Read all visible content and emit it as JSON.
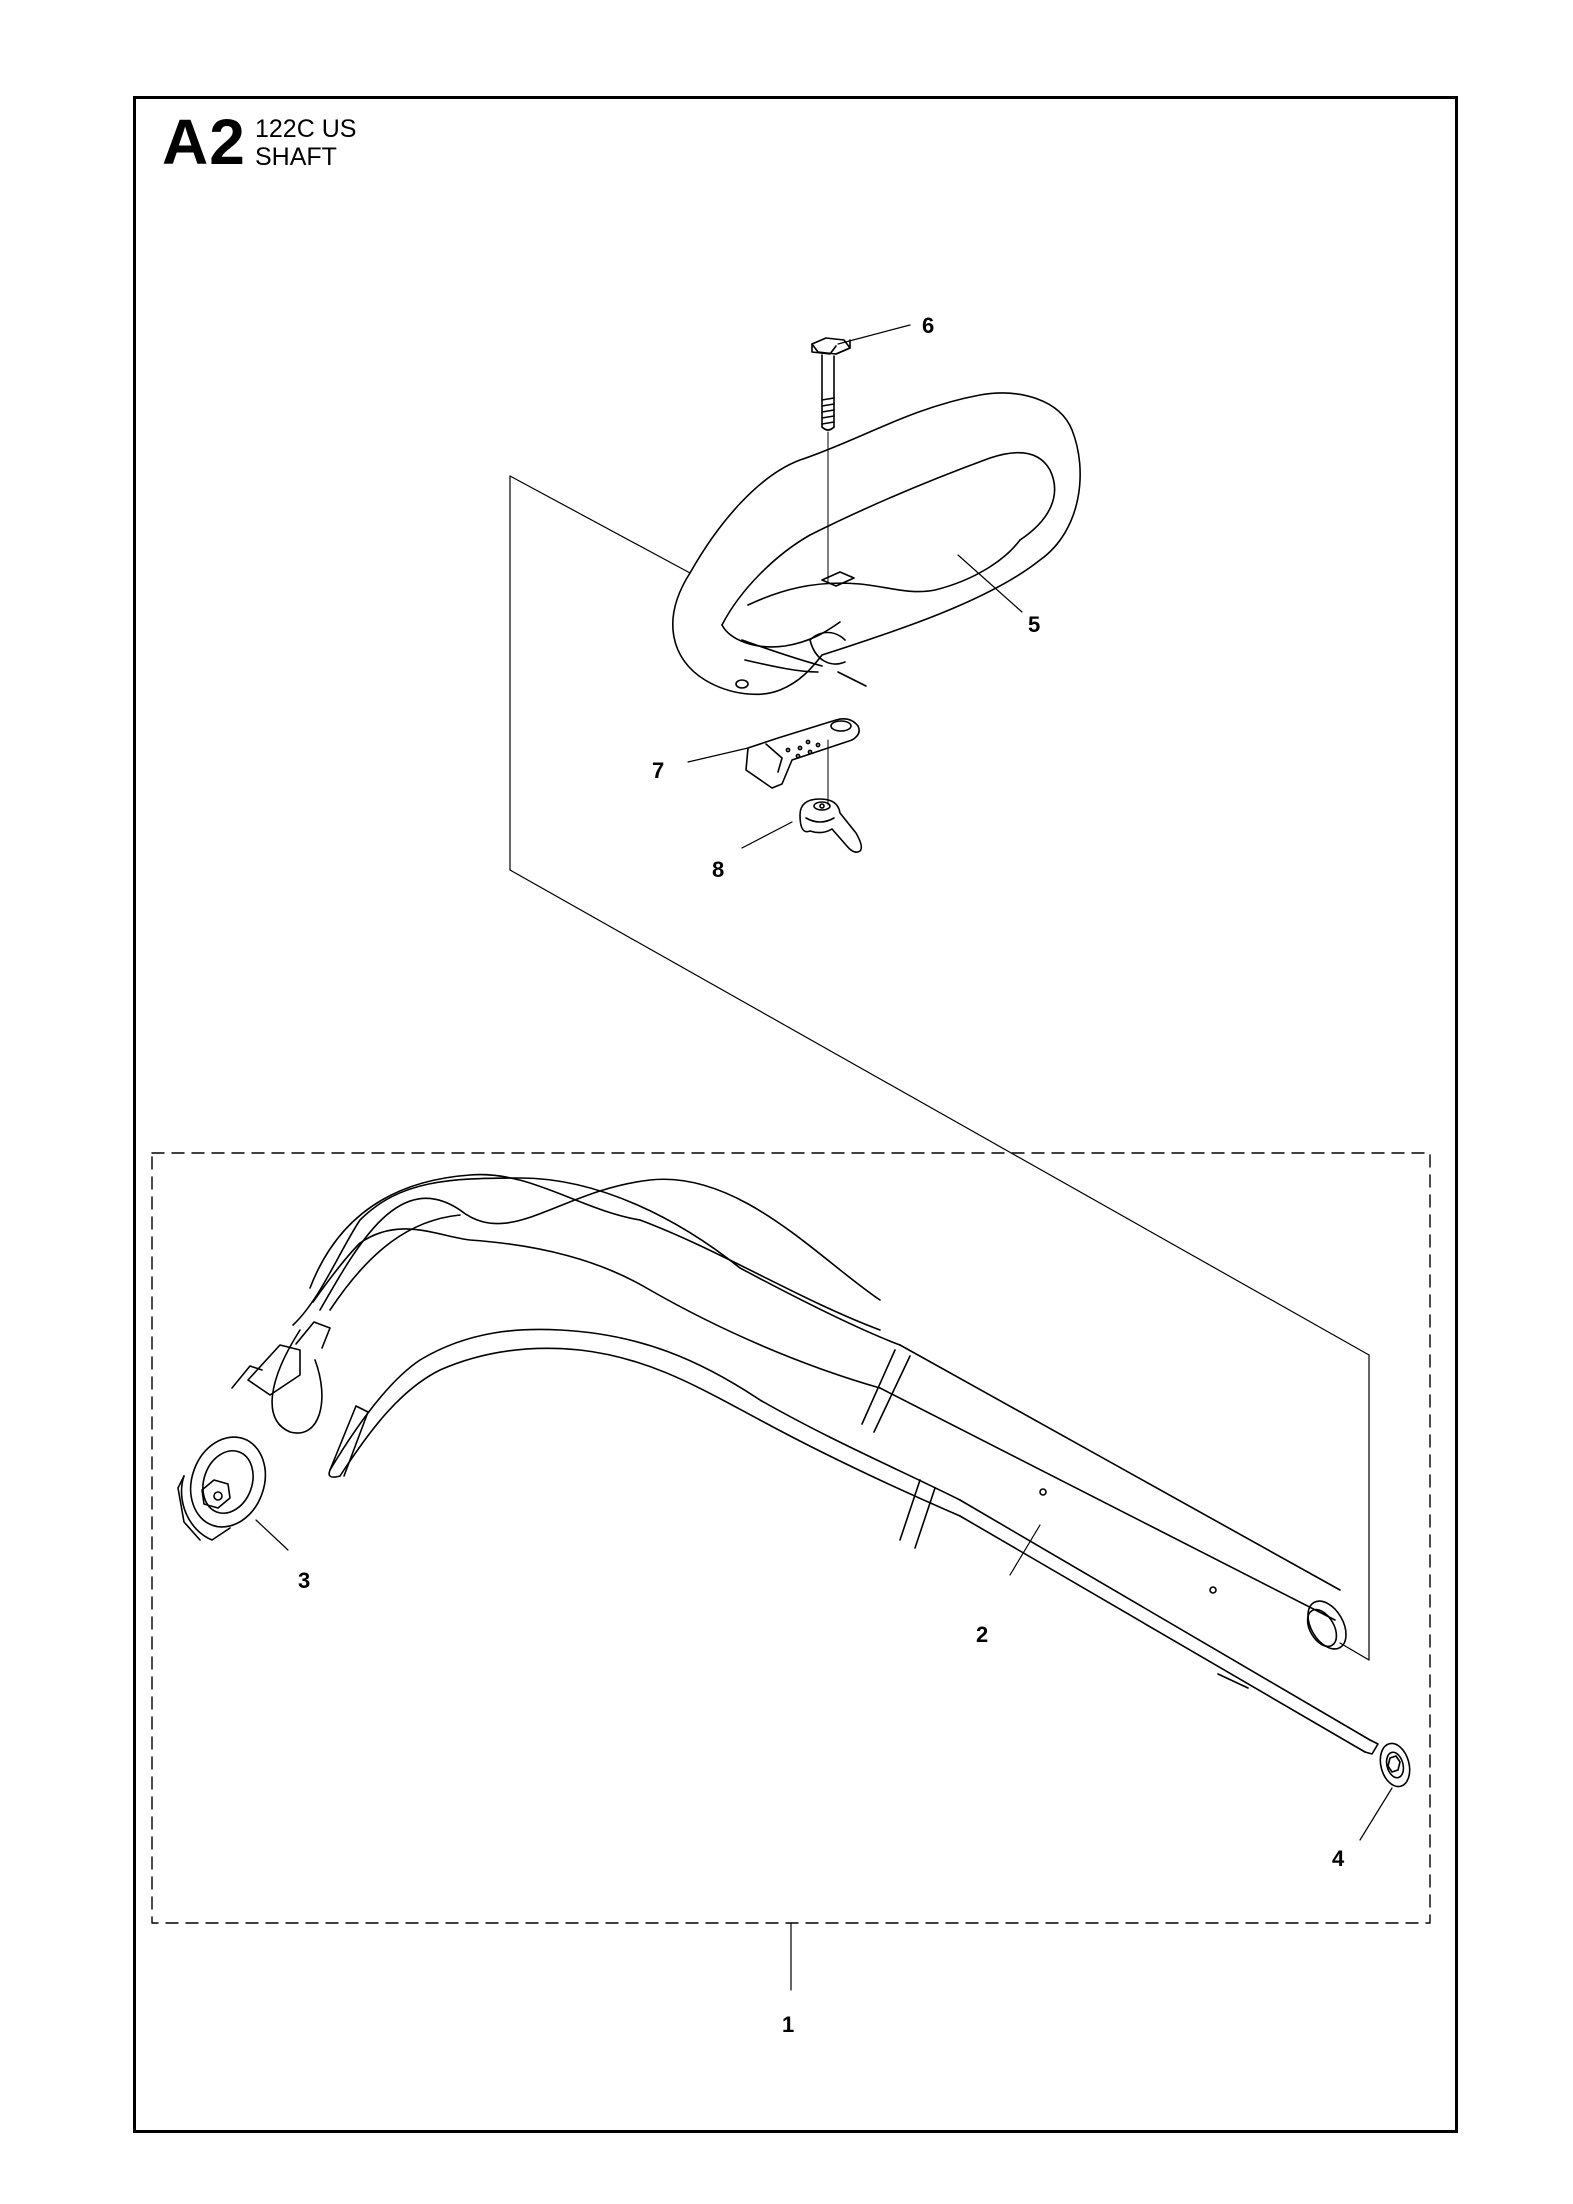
{
  "header": {
    "section_code": "A2",
    "model": "122C US",
    "section_name": "SHAFT"
  },
  "callouts": {
    "c1": "1",
    "c2": "2",
    "c3": "3",
    "c4": "4",
    "c5": "5",
    "c6": "6",
    "c7": "7",
    "c8": "8"
  }
}
